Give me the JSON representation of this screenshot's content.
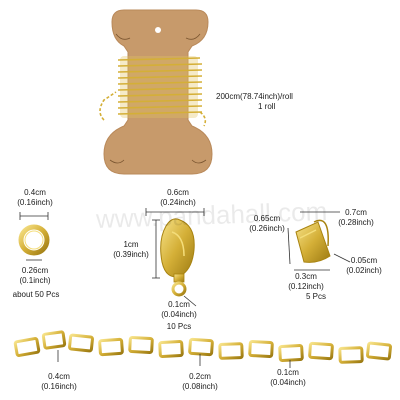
{
  "colors": {
    "gold": "#d4af37",
    "gold_dark": "#a88310",
    "gold_light": "#f4dd7a",
    "card": "#c79a6b",
    "card_edge": "#b9895a",
    "line": "#333333"
  },
  "chain_roll": {
    "length_label": "200cm(78.74inch)/roll",
    "qty_label": "1 roll"
  },
  "jump_ring": {
    "outer_cm": "0.4cm",
    "outer_inch": "(0.16inch)",
    "inner_cm": "0.26cm",
    "inner_inch": "(0.1inch)",
    "qty_label": "about 50 Pcs"
  },
  "clasp": {
    "width_cm": "0.6cm",
    "width_inch": "(0.24inch)",
    "length_cm": "1cm",
    "length_inch": "(0.39inch)",
    "ring_cm": "0.1cm",
    "ring_inch": "(0.04inch)",
    "qty_label": "10 Pcs"
  },
  "bail": {
    "height_cm": "0.65cm",
    "height_inch": "(0.26inch)",
    "top_cm": "0.7cm",
    "top_inch": "(0.28inch)",
    "thick_cm": "0.05cm",
    "thick_inch": "(0.02inch)",
    "width_cm": "0.3cm",
    "width_inch": "(0.12inch)",
    "qty_label": "5 Pcs"
  },
  "chain_detail": {
    "width_cm": "0.4cm",
    "width_inch": "(0.16inch)",
    "wire_cm": "0.2cm",
    "wire_inch": "(0.08inch)",
    "link_cm": "0.1cm",
    "link_inch": "(0.04inch)"
  },
  "watermark": "www.pandahall.com"
}
